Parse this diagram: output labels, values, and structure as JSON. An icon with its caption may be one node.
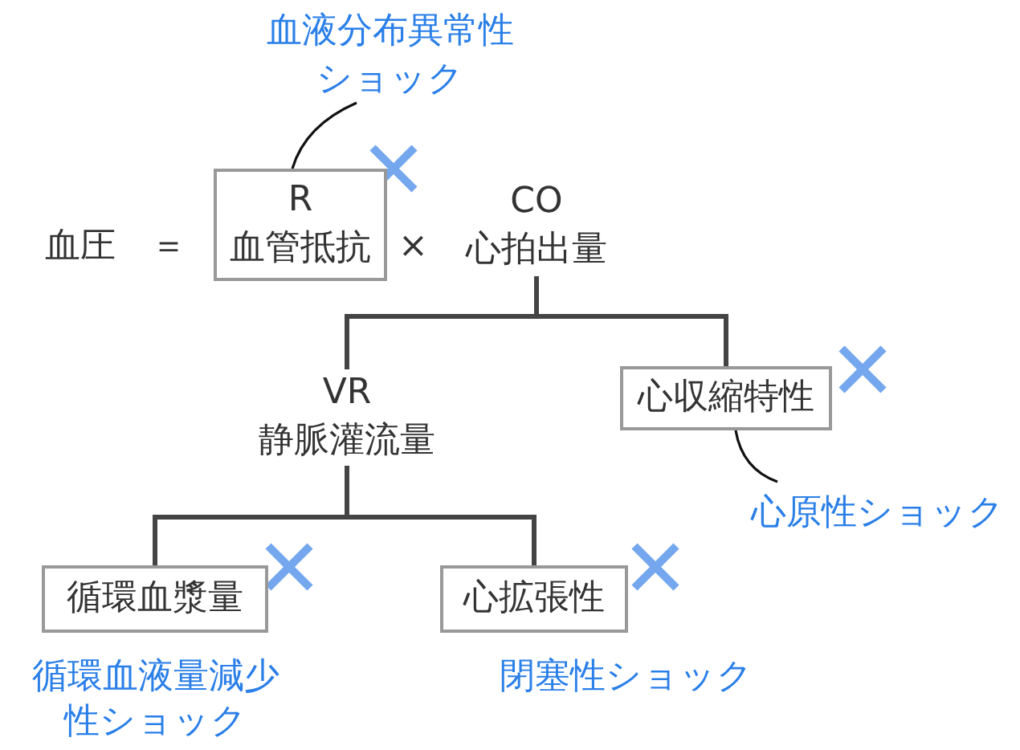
{
  "diagram": {
    "nodes": [
      {
        "text": [
          "R",
          "血管抵抗"
        ]
      },
      {
        "text": [
          "CO",
          "心拍出量"
        ]
      },
      {
        "text": [
          "VR",
          "静脈灌流量"
        ]
      },
      {
        "text": [
          "心収縮特性"
        ]
      },
      {
        "text": [
          "循環血漿量"
        ],
        "beside": [
          "循環血液量減少性ショック"
        ]
      },
      {
        "text": [
          "心拡張性"
        ],
        "beside": [
          "閉塞性ショック"
        ]
      },
      {
        "text": [
          "血液分布異常性ショック"
        ]
      },
      {
        "text": [
          "心原性ショック"
        ]
      }
    ],
    "edges": [
      {
        "from": 1,
        "to": 2,
        "arrow": "none"
      },
      {
        "from": 1,
        "to": 3,
        "arrow": "none"
      },
      {
        "from": 2,
        "to": 4,
        "arrow": "none"
      },
      {
        "from": 2,
        "to": 5,
        "arrow": "none"
      },
      {
        "from": 6,
        "to": 0,
        "arrow": "none"
      },
      {
        "from": 7,
        "to": 3,
        "arrow": "none"
      }
    ],
    "labels": [
      "血圧",
      "＝",
      "×"
    ]
  }
}
